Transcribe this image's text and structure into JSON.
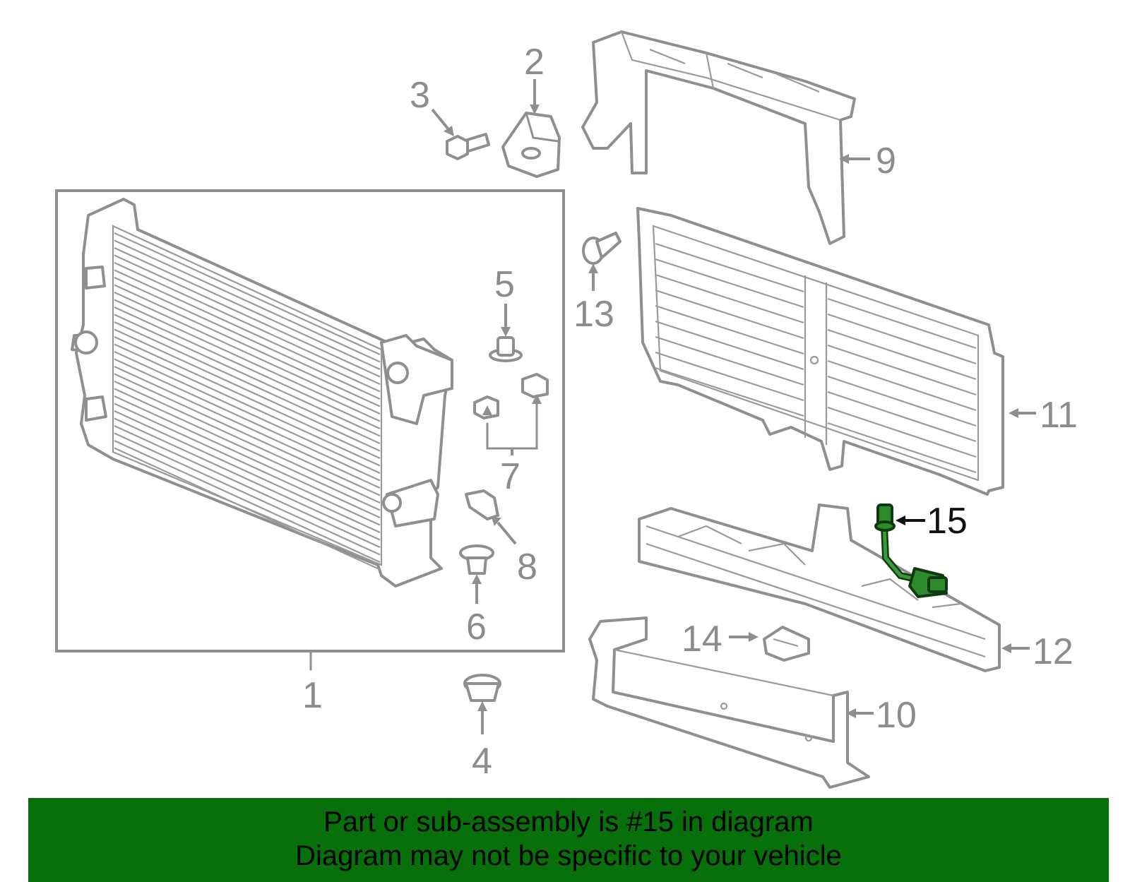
{
  "callouts": {
    "c1": "1",
    "c2": "2",
    "c3": "3",
    "c4": "4",
    "c5": "5",
    "c6": "6",
    "c7": "7",
    "c8": "8",
    "c9": "9",
    "c10": "10",
    "c11": "11",
    "c12": "12",
    "c13": "13",
    "c14": "14",
    "c15": "15"
  },
  "highlight_color": "#2d8a2d",
  "banner": {
    "color": "#08700a",
    "line1": "Part or sub-assembly is #15 in diagram",
    "line2": "Diagram may not be specific to your vehicle"
  }
}
